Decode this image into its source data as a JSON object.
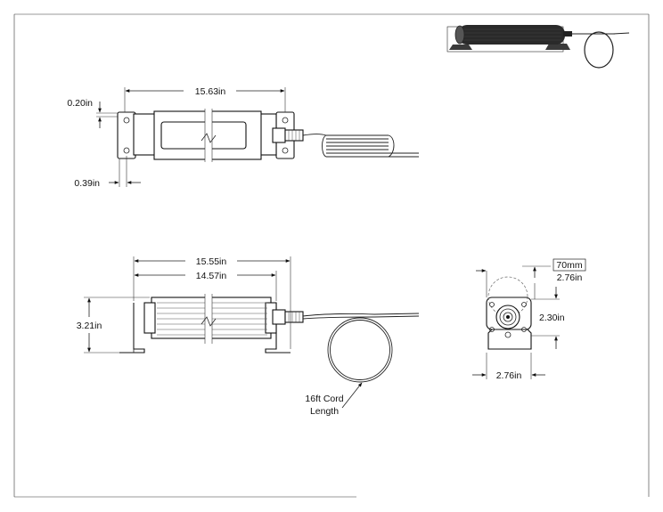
{
  "drawing": {
    "colors": {
      "line": "#111111",
      "photo_dark": "#2a2a2a",
      "paper": "#ffffff"
    },
    "top_view": {
      "overall_length": "15.63in",
      "flange_thickness": "0.20in",
      "hole_offset": "0.39in"
    },
    "side_view": {
      "overall_length": "15.55in",
      "body_length": "14.57in",
      "height": "3.21in",
      "cord_note_line1": "16ft Cord",
      "cord_note_line2": "Length"
    },
    "end_view": {
      "mount_metric": "70mm",
      "mount_imperial": "2.76in",
      "height": "2.30in",
      "width": "2.76in"
    }
  }
}
